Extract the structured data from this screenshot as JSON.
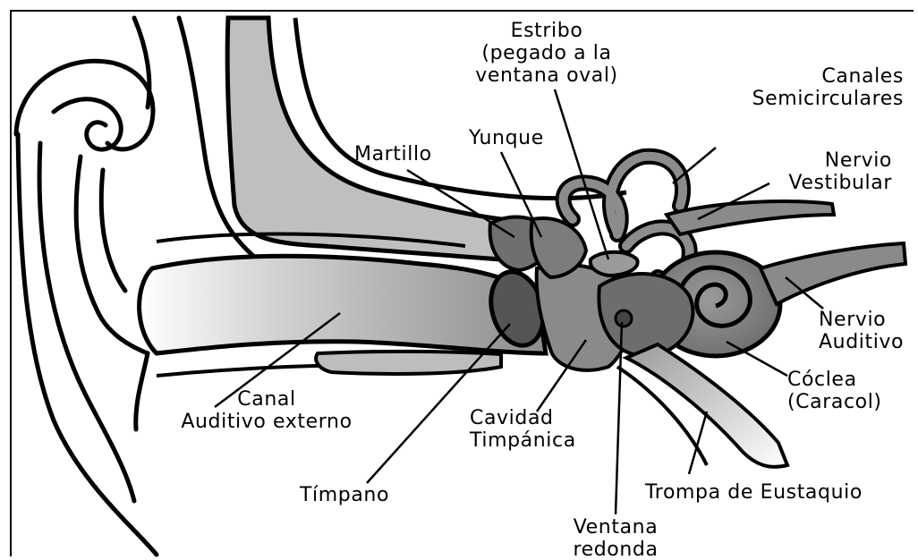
{
  "labels": {
    "estribo": [
      "Estribo",
      "(pegado a la",
      "ventana oval)"
    ],
    "canales": [
      "Canales",
      "Semicirculares"
    ],
    "yunque": "Yunque",
    "martillo": "Martillo",
    "nervio_vestibular": [
      "Nervio",
      "Vestibular"
    ],
    "nervio_auditivo": [
      "Nervio",
      "Auditivo"
    ],
    "coclea": [
      "Cóclea",
      "(Caracol)"
    ],
    "canal_auditivo": [
      "Canal",
      "Auditivo externo"
    ],
    "cavidad_timpanica": [
      "Cavidad",
      "Timpánica"
    ],
    "timpano": "Tímpano",
    "trompa": "Trompa de Eustaquio",
    "ventana_redonda": [
      "Ventana",
      "redonda"
    ]
  },
  "colors": {
    "outline": "#000000",
    "light_gray": "#bdbdbd",
    "mid_gray": "#8a8a8a",
    "dark_gray": "#4a4a4a",
    "background": "#ffffff"
  }
}
